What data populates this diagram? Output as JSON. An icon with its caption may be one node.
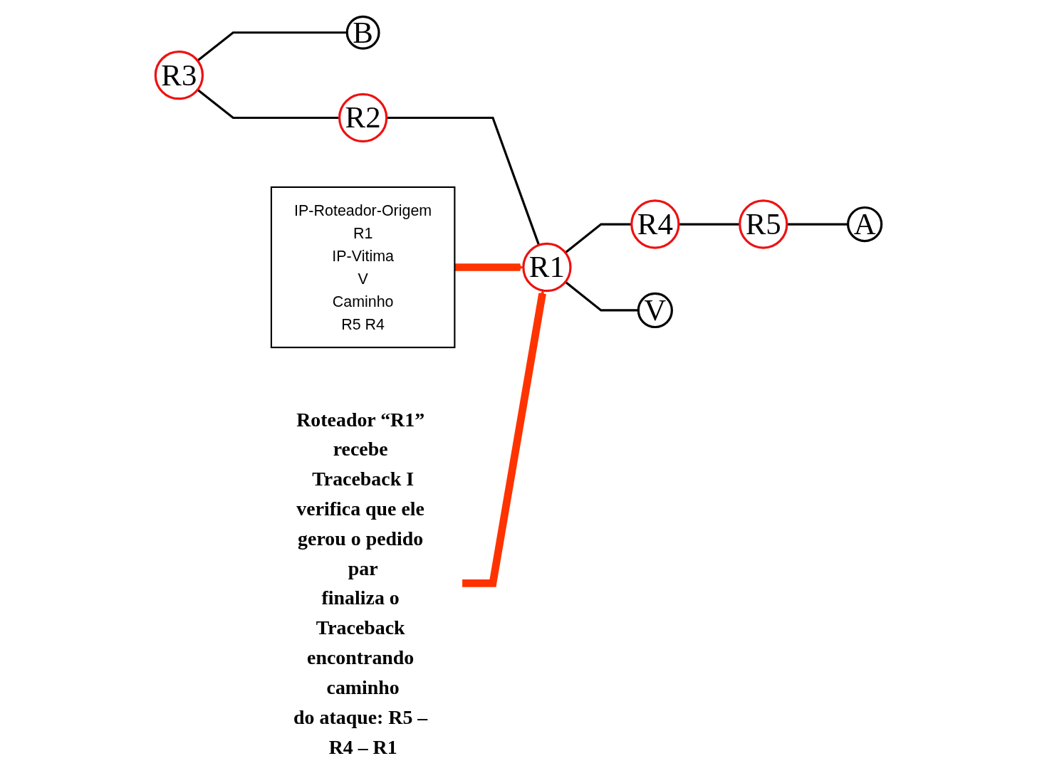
{
  "diagram": {
    "nodes": [
      {
        "text": [
          "R3"
        ]
      },
      {
        "text": [
          "B"
        ]
      },
      {
        "text": [
          "R2"
        ]
      },
      {
        "text": [
          "R1"
        ]
      },
      {
        "text": [
          "R4"
        ]
      },
      {
        "text": [
          "R5"
        ]
      },
      {
        "text": [
          "A"
        ]
      },
      {
        "text": [
          "V"
        ]
      },
      {
        "text": [
          "IP-Roteador-Origem",
          "R1",
          "IP-Vitima",
          "V",
          "Caminho",
          "R5 R4"
        ]
      },
      {
        "text": [
          "Roteador “R1” recebe Traceback I verifica que ele gerou o pedido par finaliza o Traceback encontrando caminho do ataque: R5 – R4 – R1"
        ]
      }
    ],
    "edges": [
      {
        "from": 0,
        "to": 1,
        "arrow": "none"
      },
      {
        "from": 0,
        "to": 2,
        "arrow": "none"
      },
      {
        "from": 2,
        "to": 3,
        "arrow": "none"
      },
      {
        "from": 3,
        "to": 4,
        "arrow": "none"
      },
      {
        "from": 4,
        "to": 5,
        "arrow": "none"
      },
      {
        "from": 5,
        "to": 6,
        "arrow": "none"
      },
      {
        "from": 3,
        "to": 7,
        "arrow": "none"
      },
      {
        "from": 8,
        "to": 3,
        "arrow": "to",
        "style": "thick",
        "color": "#ff3300"
      },
      {
        "from": 9,
        "to": 3,
        "arrow": "to",
        "style": "thick",
        "color": "#ff3300"
      }
    ]
  }
}
